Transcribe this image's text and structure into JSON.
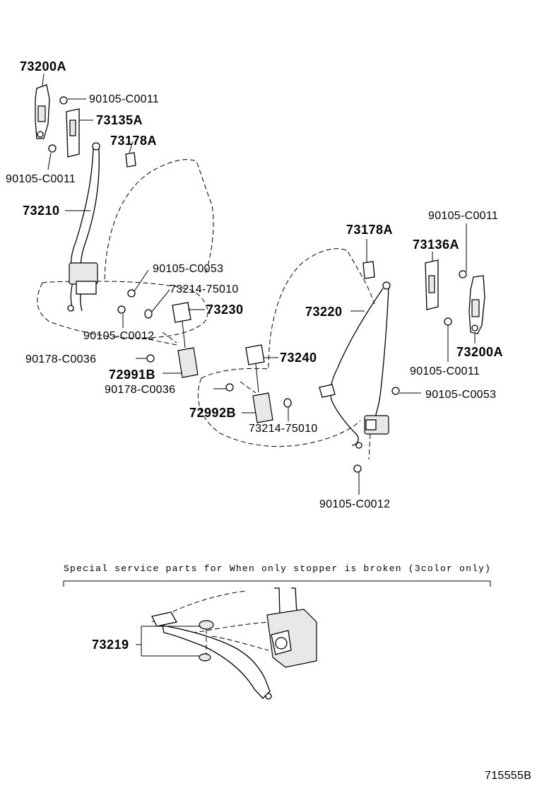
{
  "labels": {
    "a73200A_left": "73200A",
    "b90105_C0011_tl": "90105-C0011",
    "c73135A": "73135A",
    "d73178A_left": "73178A",
    "e90105_C0011_left": "90105-C0011",
    "f73210": "73210",
    "g90105_C0053_left": "90105-C0053",
    "h73214_75010_left": "73214-75010",
    "i73230": "73230",
    "j90105_C0012_left": "90105-C0012",
    "k90178_C0036_left": "90178-C0036",
    "l72991B": "72991B",
    "m73240": "73240",
    "n90178_C0036_mid": "90178-C0036",
    "o72992B": "72992B",
    "p73214_75010_mid": "73214-75010",
    "q73178A_right": "73178A",
    "r73220": "73220",
    "s90105_C0011_tr": "90105-C0011",
    "t73136A": "73136A",
    "u73200A_right": "73200A",
    "v90105_C0011_right": "90105-C0011",
    "w90105_C0053_right": "90105-C0053",
    "x90105_C0012_bottom": "90105-C0012",
    "y73219": "73219"
  },
  "note": "Special service parts for When only stopper is broken (3color only)",
  "figure_id": "715555B"
}
